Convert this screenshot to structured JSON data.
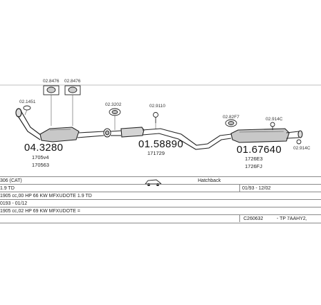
{
  "parts": {
    "p1": {
      "code": "04.3280",
      "refs": [
        "1705v4",
        "170563"
      ]
    },
    "p2": {
      "code": "01.58890",
      "refs": [
        "171729"
      ]
    },
    "p3": {
      "code": "01.67640",
      "refs": [
        "1726E3",
        "1726FJ"
      ]
    }
  },
  "accessories": {
    "a1": "02.8476",
    "a2": "02.8476",
    "a3": "02.1451",
    "a4": "02.3202",
    "a5": "02.9110",
    "a6": "02.82F7",
    "a7": "02.914C",
    "a8": "02.914C"
  },
  "info": {
    "model": "306 (CAT)",
    "body": "Hatchback",
    "engine": "1.9 TD",
    "dates": "01/93 - 12/02",
    "spec1": "1905 cc,00 HP 66 KW MFXUDOTE 1.9 TD",
    "dates2": "0193 - 01/12",
    "spec2": "1905 cc,02 HP 69 KW MFXUDOTE =",
    "catalog": "C260632",
    "ref": "- TP 7AAHY2,"
  },
  "colors": {
    "line": "#222222",
    "gray": "#888888",
    "fill": "#cfcfcf"
  }
}
